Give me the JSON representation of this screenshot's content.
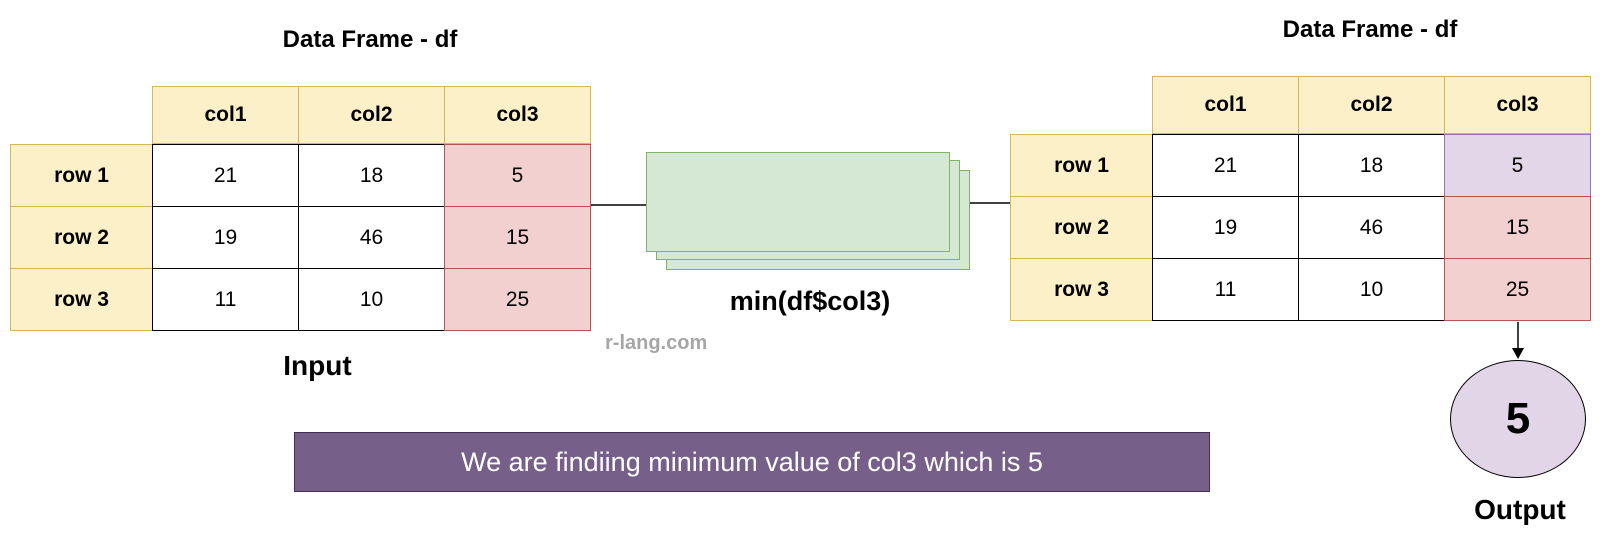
{
  "left_table": {
    "title": "Data Frame - df",
    "columns": [
      "col1",
      "col2",
      "col3"
    ],
    "rows": [
      {
        "label": "row 1",
        "values": [
          "21",
          "18",
          "5"
        ]
      },
      {
        "label": "row 2",
        "values": [
          "19",
          "46",
          "15"
        ]
      },
      {
        "label": "row 3",
        "values": [
          "11",
          "10",
          "25"
        ]
      }
    ],
    "caption": "Input"
  },
  "right_table": {
    "title": "Data Frame - df",
    "columns": [
      "col1",
      "col2",
      "col3"
    ],
    "rows": [
      {
        "label": "row 1",
        "values": [
          "21",
          "18",
          "5"
        ]
      },
      {
        "label": "row 2",
        "values": [
          "19",
          "46",
          "15"
        ]
      },
      {
        "label": "row 3",
        "values": [
          "11",
          "10",
          "25"
        ]
      }
    ]
  },
  "function_label": "min(df$col3)",
  "watermark": "r-lang.com",
  "banner_text": "We are findiing minimum value of col3 which is 5",
  "output": {
    "value": "5",
    "caption": "Output"
  },
  "colors": {
    "header_fill": "#fcf0c8",
    "header_border": "#d6b656",
    "highlight_fill": "#f2d0cf",
    "highlight_border": "#b85450",
    "min_fill": "#e1d7e8",
    "process_fill": "#d5e8d4",
    "process_border": "#82b366",
    "banner_fill": "#76608a"
  }
}
